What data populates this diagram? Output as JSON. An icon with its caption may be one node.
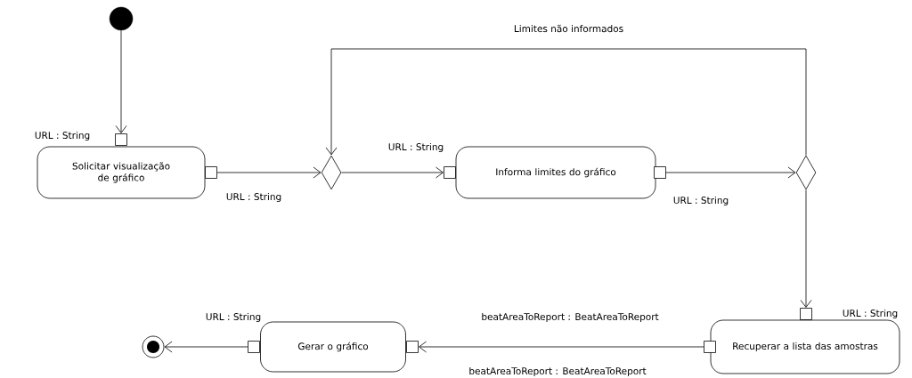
{
  "diagram": {
    "nodes": [
      {
        "text": [],
        "shape": "circle"
      },
      {
        "text": [],
        "shape": "box"
      },
      {
        "text": [
          "Solicitar visualização de gráfico"
        ]
      },
      {
        "text": [],
        "shape": "box"
      },
      {
        "text": [],
        "shape": "diamond"
      },
      {
        "text": [],
        "shape": "box"
      },
      {
        "text": [
          "Informa limites do gráfico"
        ]
      },
      {
        "text": [],
        "shape": "box"
      },
      {
        "text": [],
        "shape": "diamond"
      },
      {
        "text": [],
        "shape": "box"
      },
      {
        "text": [
          "Recuperar a lista das amostras"
        ]
      },
      {
        "text": [],
        "shape": "box"
      },
      {
        "text": [],
        "shape": "box"
      },
      {
        "text": [
          "Gerar o gráfico"
        ]
      },
      {
        "text": [],
        "shape": "box"
      },
      {
        "text": [],
        "shape": "bullseye"
      }
    ],
    "edges": [
      {
        "from": 0,
        "to": 1,
        "arrow": "to"
      },
      {
        "from": 3,
        "to": 4,
        "arrow": "to"
      },
      {
        "from": 4,
        "to": 5,
        "arrow": "to"
      },
      {
        "from": 7,
        "to": 8,
        "arrow": "to"
      },
      {
        "from": 8,
        "to": 4,
        "arrow": "to",
        "label": "Limites não informados"
      },
      {
        "from": 8,
        "to": 9,
        "arrow": "to"
      },
      {
        "from": 11,
        "to": 12,
        "arrow": "to"
      },
      {
        "from": 14,
        "to": 15,
        "arrow": "to"
      }
    ],
    "labels": [
      "URL : String",
      "URL : String",
      "URL : String",
      "URL : String",
      "URL : String",
      "beatAreaToReport : BeatAreaToReport",
      "URL : String",
      "beatAreaToReport : BeatAreaToReport"
    ]
  }
}
